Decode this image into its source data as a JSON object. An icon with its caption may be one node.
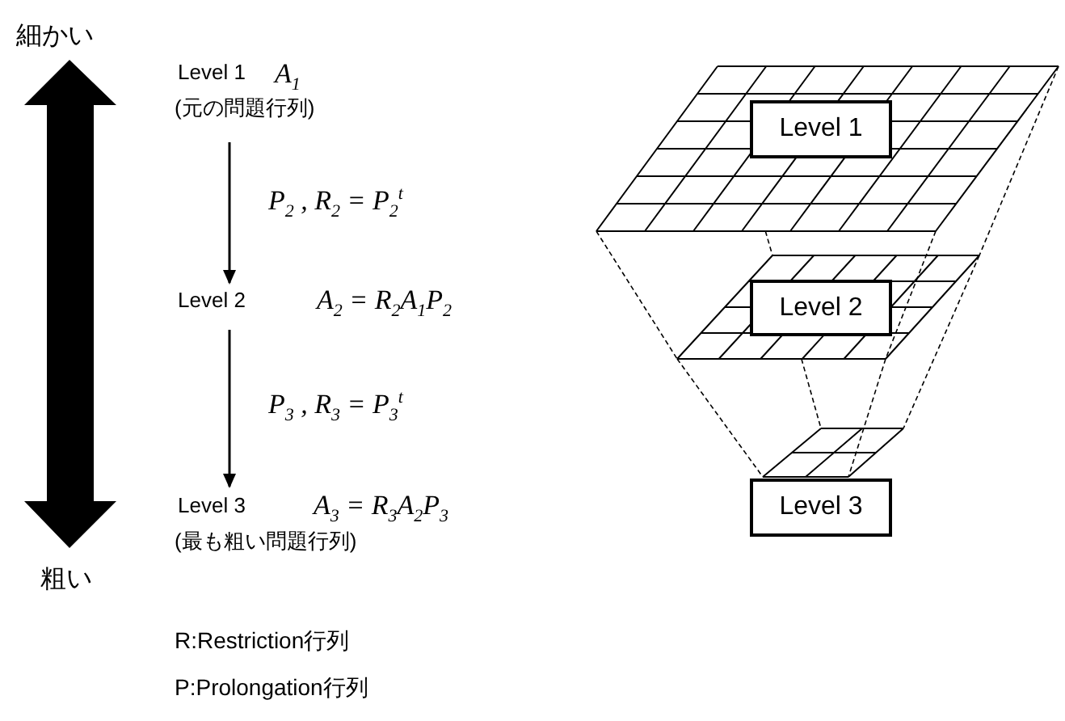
{
  "diagram": {
    "nodes": [
      {
        "text": [
          "Level 1",
          "A$_{1}$",
          "(元の問題行列)"
        ]
      },
      {
        "text": [
          "Level 2",
          "A$_{2}$ = R$_{2}$A$_{1}$P$_{2}$"
        ]
      },
      {
        "text": [
          "Level 3",
          "A$_{3}$ = R$_{3}$A$_{2}$P$_{3}$",
          "(最も粗い問題行列)"
        ]
      },
      {
        "text": [],
        "shape": "grid"
      },
      {
        "text": [
          "Level 1"
        ],
        "in": 3
      },
      {
        "text": [],
        "shape": "grid"
      },
      {
        "text": [
          "Level 2"
        ],
        "in": 5
      },
      {
        "text": [],
        "shape": "grid"
      },
      {
        "text": [
          "Level 3"
        ]
      }
    ],
    "edges": [
      {
        "from": 0,
        "to": 1,
        "arrow": "to",
        "label": "P$_{2}$ , R$_{2}$ = P$_{2}$$^{t}$"
      },
      {
        "from": 1,
        "to": 2,
        "arrow": "to",
        "label": "P$_{3}$ , R$_{3}$ = P$_{3}$$^{t}$"
      },
      {
        "from": 3,
        "to": 5,
        "arrow": "none",
        "style": "dashed"
      },
      {
        "from": 3,
        "to": 5,
        "arrow": "none",
        "style": "dashed"
      },
      {
        "from": 3,
        "to": 5,
        "arrow": "none",
        "style": "dashed"
      },
      {
        "from": 3,
        "to": 5,
        "arrow": "none",
        "style": "dashed"
      },
      {
        "from": 5,
        "to": 7,
        "arrow": "none",
        "style": "dashed"
      },
      {
        "from": 5,
        "to": 7,
        "arrow": "none",
        "style": "dashed"
      },
      {
        "from": 5,
        "to": 7,
        "arrow": "none",
        "style": "dashed"
      },
      {
        "from": 5,
        "to": 7,
        "arrow": "none",
        "style": "dashed"
      }
    ],
    "labels": [
      "細かい",
      "粗い",
      "R:Restriction行列",
      "P:Prolongation行列"
    ]
  }
}
